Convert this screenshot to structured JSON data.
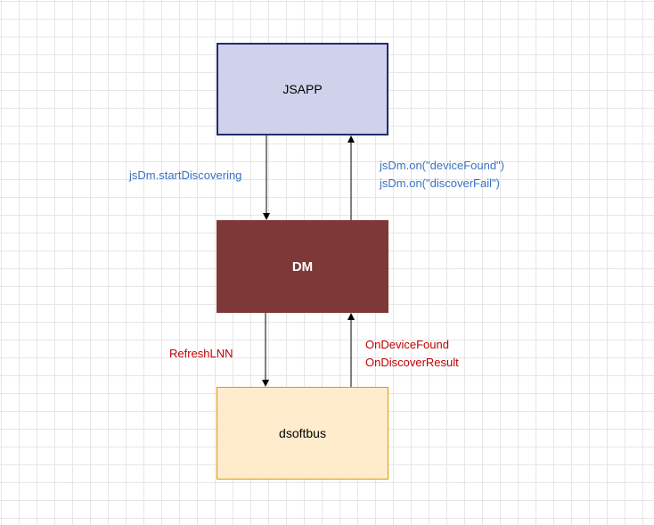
{
  "colors": {
    "grid": "#e6e6e6",
    "jsapp_fill": "#d0d1ea",
    "jsapp_border": "#1f2d6e",
    "dm_fill": "#7e3837",
    "dm_text": "#ffffff",
    "dsoftbus_fill": "#ffeccc",
    "dsoftbus_border": "#d79b00",
    "blue_label": "#3a72c4",
    "red_label": "#c00000",
    "arrow": "#000000"
  },
  "nodes": {
    "jsapp": {
      "label": "JSAPP"
    },
    "dm": {
      "label": "DM"
    },
    "dsoftbus": {
      "label": "dsoftbus"
    }
  },
  "edges": {
    "jsapp_to_dm": {
      "label": "jsDm.startDiscovering"
    },
    "dm_to_jsapp": {
      "line1": "jsDm.on(\"deviceFound\")",
      "line2": "jsDm.on(\"discoverFail\")"
    },
    "dm_to_dsoftbus": {
      "label": "RefreshLNN"
    },
    "dsoftbus_to_dm": {
      "line1": "OnDeviceFound",
      "line2": "OnDiscoverResult"
    }
  }
}
